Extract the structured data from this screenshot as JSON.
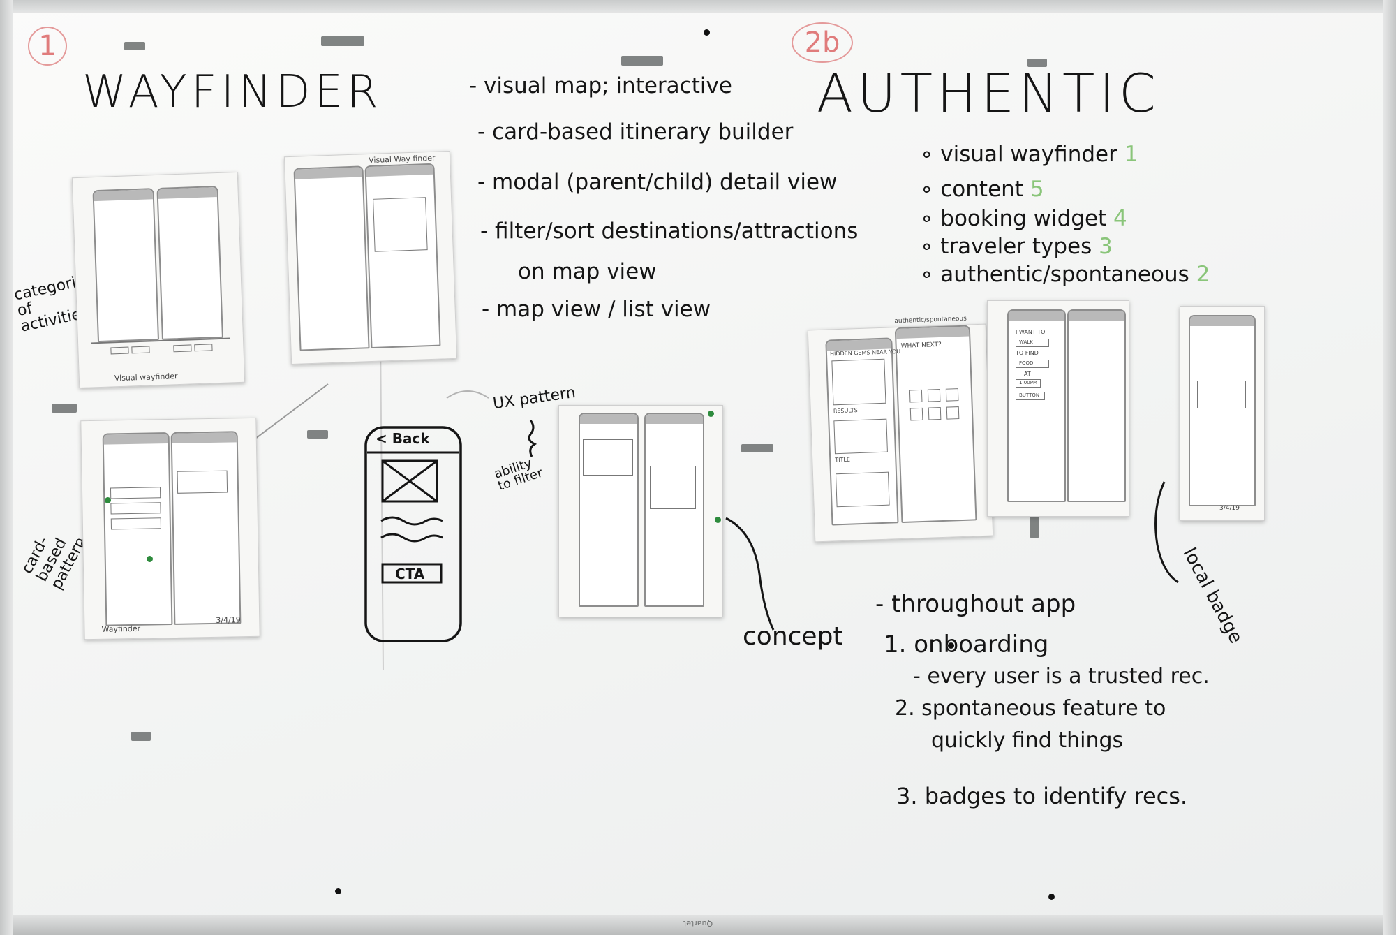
{
  "board": {
    "brand": "Quartet"
  },
  "left_section": {
    "number": "1",
    "title": "WAYFINDER",
    "notes": [
      "- visual map; interactive",
      "- card-based itinerary builder",
      "- modal (parent/child) detail view",
      "- filter/sort destinations/attractions",
      "on map view",
      "- map view / list view"
    ],
    "side_labels": {
      "categories": "categories of activities",
      "card_based": "card- based pattern",
      "ux_pattern": "UX pattern",
      "ability_to_filter": "ability to filter",
      "concept": "concept"
    },
    "sketch_cta": {
      "back": "< Back",
      "cta": "CTA"
    },
    "sheet_captions": {
      "sheet1": "Visual wayfinder",
      "sheet2": "Visual Way finder",
      "sheet3": "Wayfinder",
      "sheet3_date": "3/4/19"
    }
  },
  "right_section": {
    "number": "2b",
    "title": "AUTHENTIC",
    "bullets": [
      {
        "text": "visual wayfinder",
        "rank": "1"
      },
      {
        "text": "content",
        "rank": "5"
      },
      {
        "text": "booking widget",
        "rank": "4"
      },
      {
        "text": "traveler types",
        "rank": "3"
      },
      {
        "text": "authentic/spontaneous",
        "rank": "2"
      }
    ],
    "local_badge": "local badge",
    "list": [
      "- throughout app",
      "1. onboarding",
      "- every user is a trusted rec.",
      "2. spontaneous feature to",
      "quickly find things",
      "3. badges to identify recs."
    ],
    "sheet_captions": {
      "authentic": "authentic/spontaneous",
      "date": "3/4/19",
      "i_want_to": "I WANT TO",
      "walk": "WALK",
      "to_find": "TO FIND",
      "food": "FOOD",
      "at": "AT",
      "time": "1:00PM",
      "button": "BUTTON",
      "hidden_gems": "HIDDEN GEMS NEAR YOU",
      "what_next": "WHAT NEXT?",
      "results": "RESULTS",
      "title": "TITLE"
    }
  }
}
